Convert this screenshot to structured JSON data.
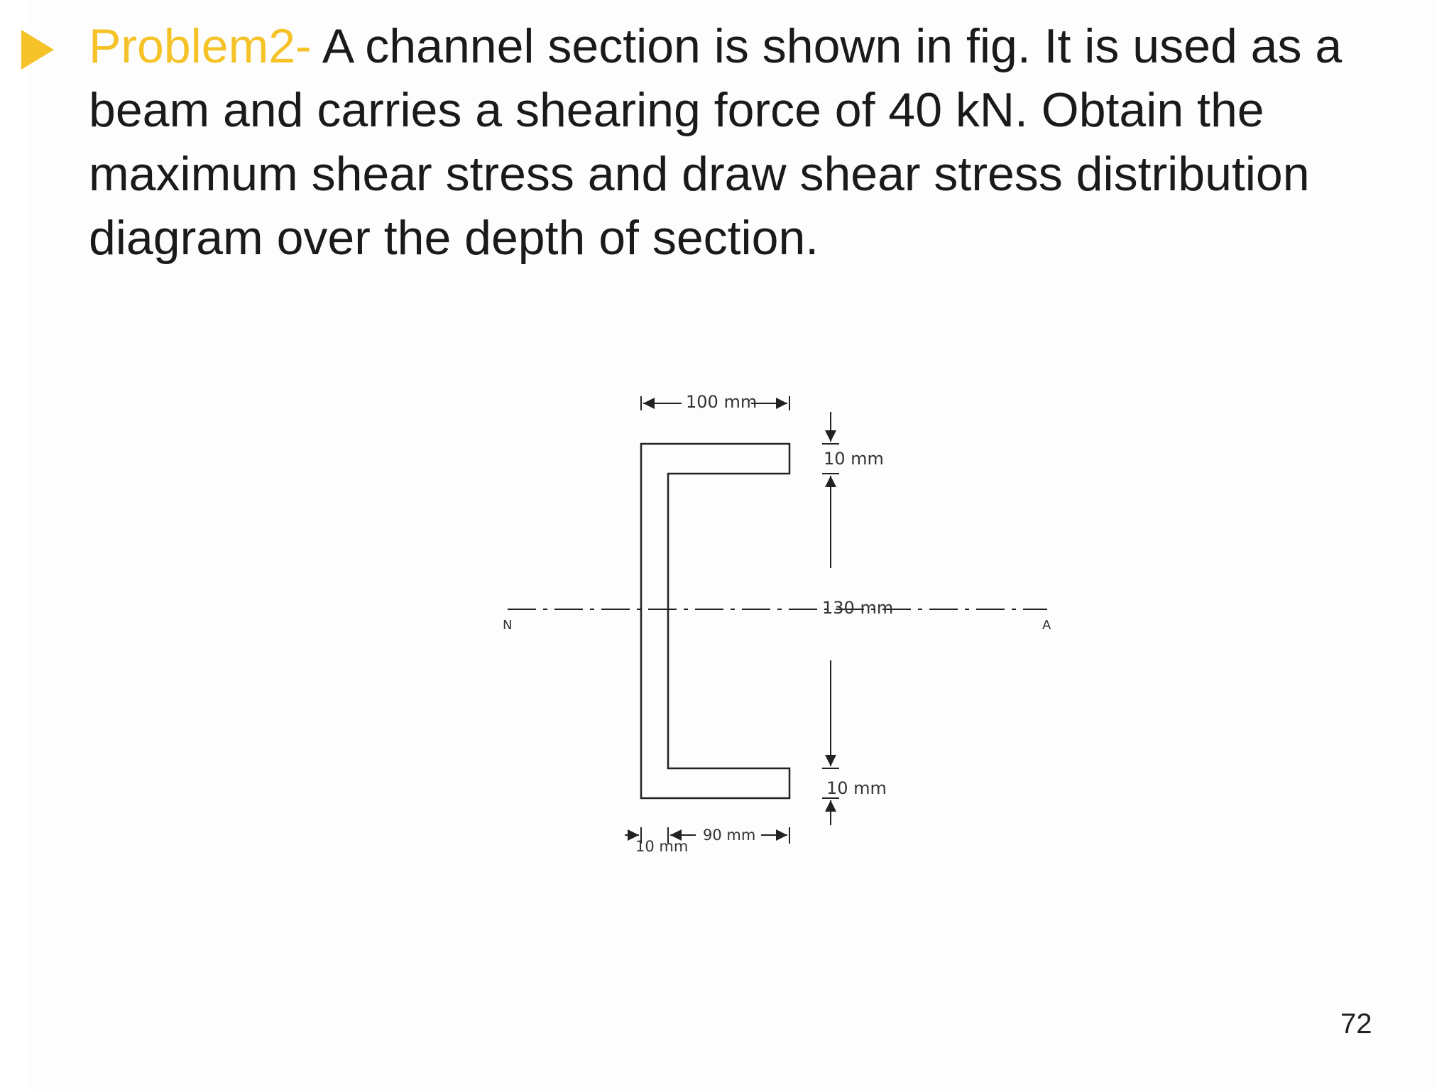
{
  "problem": {
    "lead": "Problem2-",
    "text": "A channel section is shown in fig. It is used as a beam and carries a shearing force of 40 kN. Obtain the maximum shear stress and draw shear stress distribution diagram over the depth of section."
  },
  "figure": {
    "dim_top_flange_width": "100 mm",
    "dim_top_flange_thickness": "10 mm",
    "dim_web_depth": "130 mm",
    "dim_bottom_flange_thickness": "10 mm",
    "dim_web_thickness": "10 mm",
    "dim_bottom_inner_width": "90 mm",
    "axis_left_label": "N",
    "axis_right_label": "A"
  },
  "page": {
    "number": "72"
  },
  "colors": {
    "accent": "#F5C228",
    "text": "#1a1a1a",
    "line": "#222222"
  }
}
